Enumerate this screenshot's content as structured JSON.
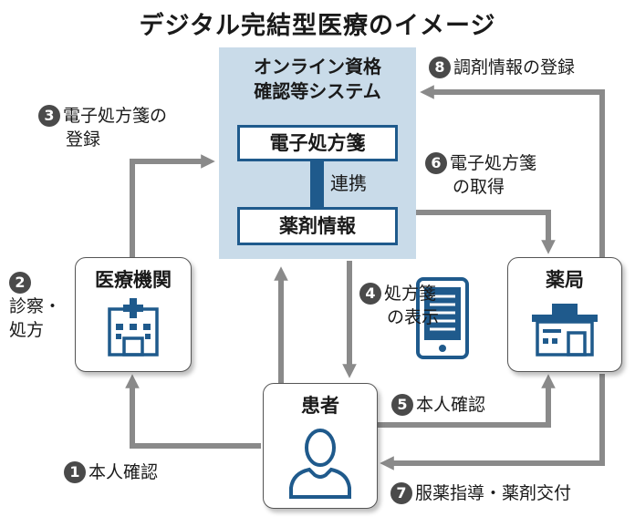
{
  "title": "デジタル完結型医療のイメージ",
  "system": {
    "title_line1": "オンライン資格",
    "title_line2": "確認等システム",
    "prescription_label": "電子処方箋",
    "link_label": "連携",
    "drug_info_label": "薬剤情報"
  },
  "nodes": {
    "clinic": "医療機関",
    "pharmacy": "薬局",
    "patient": "患者"
  },
  "steps": [
    {
      "num": "1",
      "line1": "本人確認",
      "line2": ""
    },
    {
      "num": "2",
      "line1": "診察・",
      "line2": "処方"
    },
    {
      "num": "3",
      "line1": "電子処方箋の",
      "line2": "登録"
    },
    {
      "num": "4",
      "line1": "処方箋",
      "line2": "の表示"
    },
    {
      "num": "5",
      "line1": "本人確認",
      "line2": ""
    },
    {
      "num": "6",
      "line1": "電子処方箋",
      "line2": "の取得"
    },
    {
      "num": "7",
      "line1": "服薬指導・薬剤交付",
      "line2": ""
    },
    {
      "num": "8",
      "line1": "調剤情報の登録",
      "line2": ""
    }
  ],
  "colors": {
    "arrow": "#8a8a8a",
    "accent_blue": "#1f5a8c",
    "system_bg": "#c9dbe9",
    "badge": "#4a4a4a"
  },
  "icons": [
    "hospital-icon",
    "pharmacy-icon",
    "person-icon",
    "smartphone-icon"
  ]
}
